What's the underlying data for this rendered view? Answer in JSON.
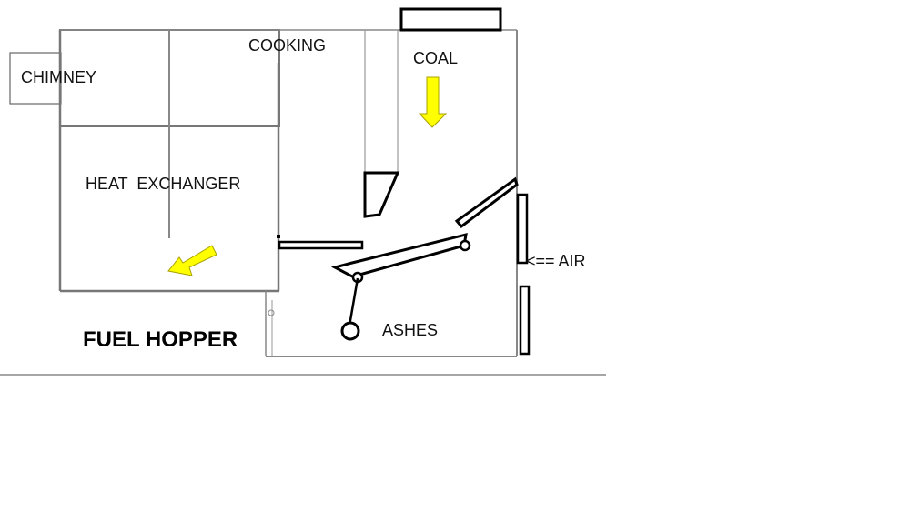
{
  "diagram": {
    "title": "FUEL HOPPER",
    "labels": {
      "chimney": "CHIMNEY",
      "cooking": "COOKING",
      "coal": "COAL",
      "heat_exchanger": "HEAT  EXCHANGER",
      "air": "<== AIR",
      "ashes": "ASHES"
    },
    "colors": {
      "arrow_fill": "#ffff00",
      "arrow_stroke": "#a8a000",
      "wall": "#777777",
      "part": "#000000"
    }
  }
}
